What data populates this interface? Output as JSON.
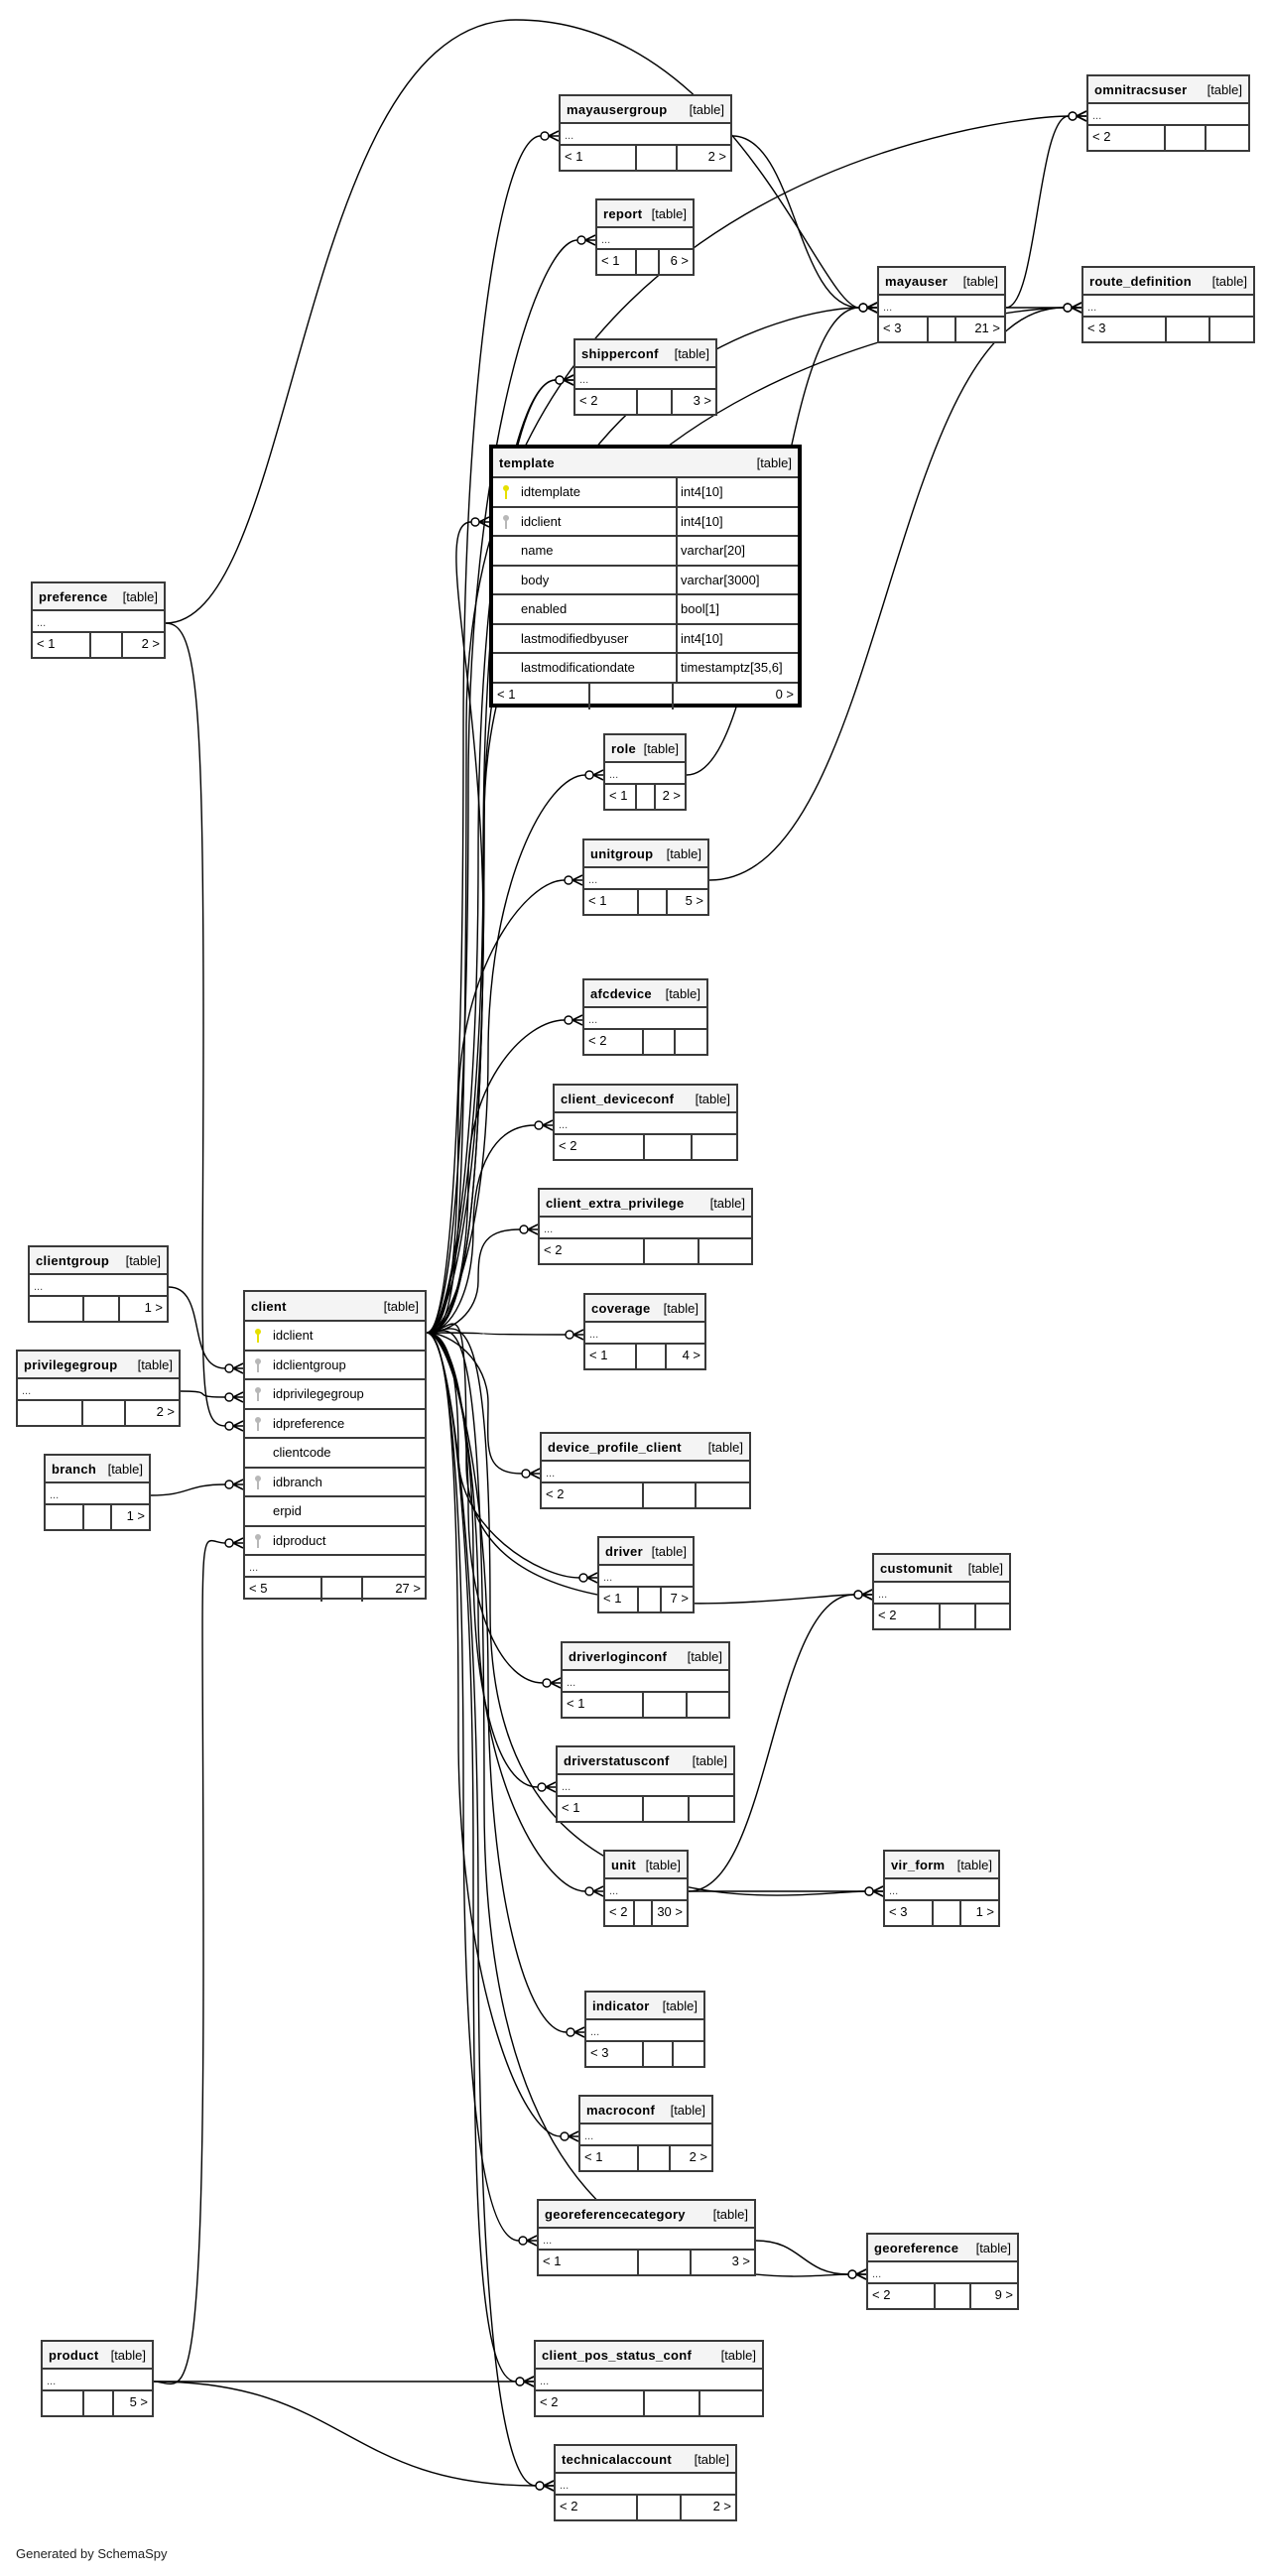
{
  "diagram_title": "SchemaSpy relationships — template",
  "footer": "Generated by SchemaSpy",
  "table_tag": "[table]",
  "ellipsis": "...",
  "focus_table": {
    "name": "template",
    "columns": [
      {
        "name": "idtemplate",
        "type": "int4[10]",
        "key": "primary"
      },
      {
        "name": "idclient",
        "type": "int4[10]",
        "key": "foreign"
      },
      {
        "name": "name",
        "type": "varchar[20]",
        "key": ""
      },
      {
        "name": "body",
        "type": "varchar[3000]",
        "key": ""
      },
      {
        "name": "enabled",
        "type": "bool[1]",
        "key": ""
      },
      {
        "name": "lastmodifiedbyuser",
        "type": "int4[10]",
        "key": ""
      },
      {
        "name": "lastmodificationdate",
        "type": "timestamptz[35,6]",
        "key": ""
      }
    ],
    "parents": "< 1",
    "children": "0 >"
  },
  "client_table": {
    "name": "client",
    "columns": [
      {
        "name": "idclient",
        "key": "primary"
      },
      {
        "name": "idclientgroup",
        "key": "foreign"
      },
      {
        "name": "idprivilegegroup",
        "key": "foreign"
      },
      {
        "name": "idpreference",
        "key": "foreign"
      },
      {
        "name": "clientcode",
        "key": ""
      },
      {
        "name": "idbranch",
        "key": "foreign"
      },
      {
        "name": "erpid",
        "key": ""
      },
      {
        "name": "idproduct",
        "key": "foreign"
      }
    ],
    "parents": "< 5",
    "children": "27 >"
  },
  "tables": [
    {
      "id": "omnitracsuser",
      "name": "omnitracsuser",
      "parents": "< 2",
      "children": ""
    },
    {
      "id": "mayausergroup",
      "name": "mayausergroup",
      "parents": "< 1",
      "children": "2 >"
    },
    {
      "id": "report",
      "name": "report",
      "parents": "< 1",
      "children": "6 >"
    },
    {
      "id": "mayauser",
      "name": "mayauser",
      "parents": "< 3",
      "children": "21 >"
    },
    {
      "id": "route_definition",
      "name": "route_definition",
      "parents": "< 3",
      "children": ""
    },
    {
      "id": "shipperconf",
      "name": "shipperconf",
      "parents": "< 2",
      "children": "3 >"
    },
    {
      "id": "preference",
      "name": "preference",
      "parents": "< 1",
      "children": "2 >"
    },
    {
      "id": "role",
      "name": "role",
      "parents": "< 1",
      "children": "2 >"
    },
    {
      "id": "unitgroup",
      "name": "unitgroup",
      "parents": "< 1",
      "children": "5 >"
    },
    {
      "id": "afcdevice",
      "name": "afcdevice",
      "parents": "< 2",
      "children": ""
    },
    {
      "id": "client_deviceconf",
      "name": "client_deviceconf",
      "parents": "< 2",
      "children": ""
    },
    {
      "id": "client_extra_privilege",
      "name": "client_extra_privilege",
      "parents": "< 2",
      "children": ""
    },
    {
      "id": "clientgroup",
      "name": "clientgroup",
      "parents": "",
      "children": "1 >"
    },
    {
      "id": "coverage",
      "name": "coverage",
      "parents": "< 1",
      "children": "4 >"
    },
    {
      "id": "privilegegroup",
      "name": "privilegegroup",
      "parents": "",
      "children": "2 >"
    },
    {
      "id": "branch",
      "name": "branch",
      "parents": "",
      "children": "1 >"
    },
    {
      "id": "device_profile_client",
      "name": "device_profile_client",
      "parents": "< 2",
      "children": ""
    },
    {
      "id": "driver",
      "name": "driver",
      "parents": "< 1",
      "children": "7 >"
    },
    {
      "id": "customunit",
      "name": "customunit",
      "parents": "< 2",
      "children": ""
    },
    {
      "id": "driverloginconf",
      "name": "driverloginconf",
      "parents": "< 1",
      "children": ""
    },
    {
      "id": "driverstatusconf",
      "name": "driverstatusconf",
      "parents": "< 1",
      "children": ""
    },
    {
      "id": "unit",
      "name": "unit",
      "parents": "< 2",
      "children": "30 >"
    },
    {
      "id": "vir_form",
      "name": "vir_form",
      "parents": "< 3",
      "children": "1 >"
    },
    {
      "id": "indicator",
      "name": "indicator",
      "parents": "< 3",
      "children": ""
    },
    {
      "id": "macroconf",
      "name": "macroconf",
      "parents": "< 1",
      "children": "2 >"
    },
    {
      "id": "georeferencecategory",
      "name": "georeferencecategory",
      "parents": "< 1",
      "children": "3 >"
    },
    {
      "id": "georeference",
      "name": "georeference",
      "parents": "< 2",
      "children": "9 >"
    },
    {
      "id": "product",
      "name": "product",
      "parents": "",
      "children": "5 >"
    },
    {
      "id": "client_pos_status_conf",
      "name": "client_pos_status_conf",
      "parents": "< 2",
      "children": ""
    },
    {
      "id": "technicalaccount",
      "name": "technicalaccount",
      "parents": "< 2",
      "children": "2 >"
    }
  ],
  "relationships": [
    {
      "from": "client",
      "to": "omnitracsuser"
    },
    {
      "from": "client",
      "to": "mayausergroup"
    },
    {
      "from": "client",
      "to": "report"
    },
    {
      "from": "client",
      "to": "mayauser"
    },
    {
      "from": "client",
      "to": "shipperconf"
    },
    {
      "from": "client",
      "to": "template"
    },
    {
      "from": "client",
      "to": "role"
    },
    {
      "from": "client",
      "to": "unitgroup"
    },
    {
      "from": "client",
      "to": "route_definition"
    },
    {
      "from": "client",
      "to": "afcdevice"
    },
    {
      "from": "client",
      "to": "client_deviceconf"
    },
    {
      "from": "client",
      "to": "client_extra_privilege"
    },
    {
      "from": "client",
      "to": "coverage"
    },
    {
      "from": "client",
      "to": "device_profile_client"
    },
    {
      "from": "client",
      "to": "driver"
    },
    {
      "from": "client",
      "to": "customunit"
    },
    {
      "from": "client",
      "to": "driverloginconf"
    },
    {
      "from": "client",
      "to": "driverstatusconf"
    },
    {
      "from": "client",
      "to": "unit"
    },
    {
      "from": "client",
      "to": "vir_form"
    },
    {
      "from": "client",
      "to": "indicator"
    },
    {
      "from": "client",
      "to": "macroconf"
    },
    {
      "from": "client",
      "to": "georeferencecategory"
    },
    {
      "from": "client",
      "to": "georeference"
    },
    {
      "from": "client",
      "to": "client_pos_status_conf"
    },
    {
      "from": "client",
      "to": "technicalaccount"
    },
    {
      "from": "client",
      "to": "shipperconf"
    },
    {
      "from": "preference",
      "to": "mayauser"
    },
    {
      "from": "preference",
      "to": "client"
    },
    {
      "from": "clientgroup",
      "to": "client"
    },
    {
      "from": "privilegegroup",
      "to": "client"
    },
    {
      "from": "branch",
      "to": "client"
    },
    {
      "from": "product",
      "to": "client"
    },
    {
      "from": "product",
      "to": "client_pos_status_conf"
    },
    {
      "from": "product",
      "to": "technicalaccount"
    },
    {
      "from": "mayausergroup",
      "to": "mayauser"
    },
    {
      "from": "role",
      "to": "mayauser"
    },
    {
      "from": "mayauser",
      "to": "omnitracsuser"
    },
    {
      "from": "mayauser",
      "to": "route_definition"
    },
    {
      "from": "unitgroup",
      "to": "route_definition"
    },
    {
      "from": "unit",
      "to": "customunit"
    },
    {
      "from": "unit",
      "to": "vir_form"
    },
    {
      "from": "georeferencecategory",
      "to": "georeference"
    }
  ]
}
